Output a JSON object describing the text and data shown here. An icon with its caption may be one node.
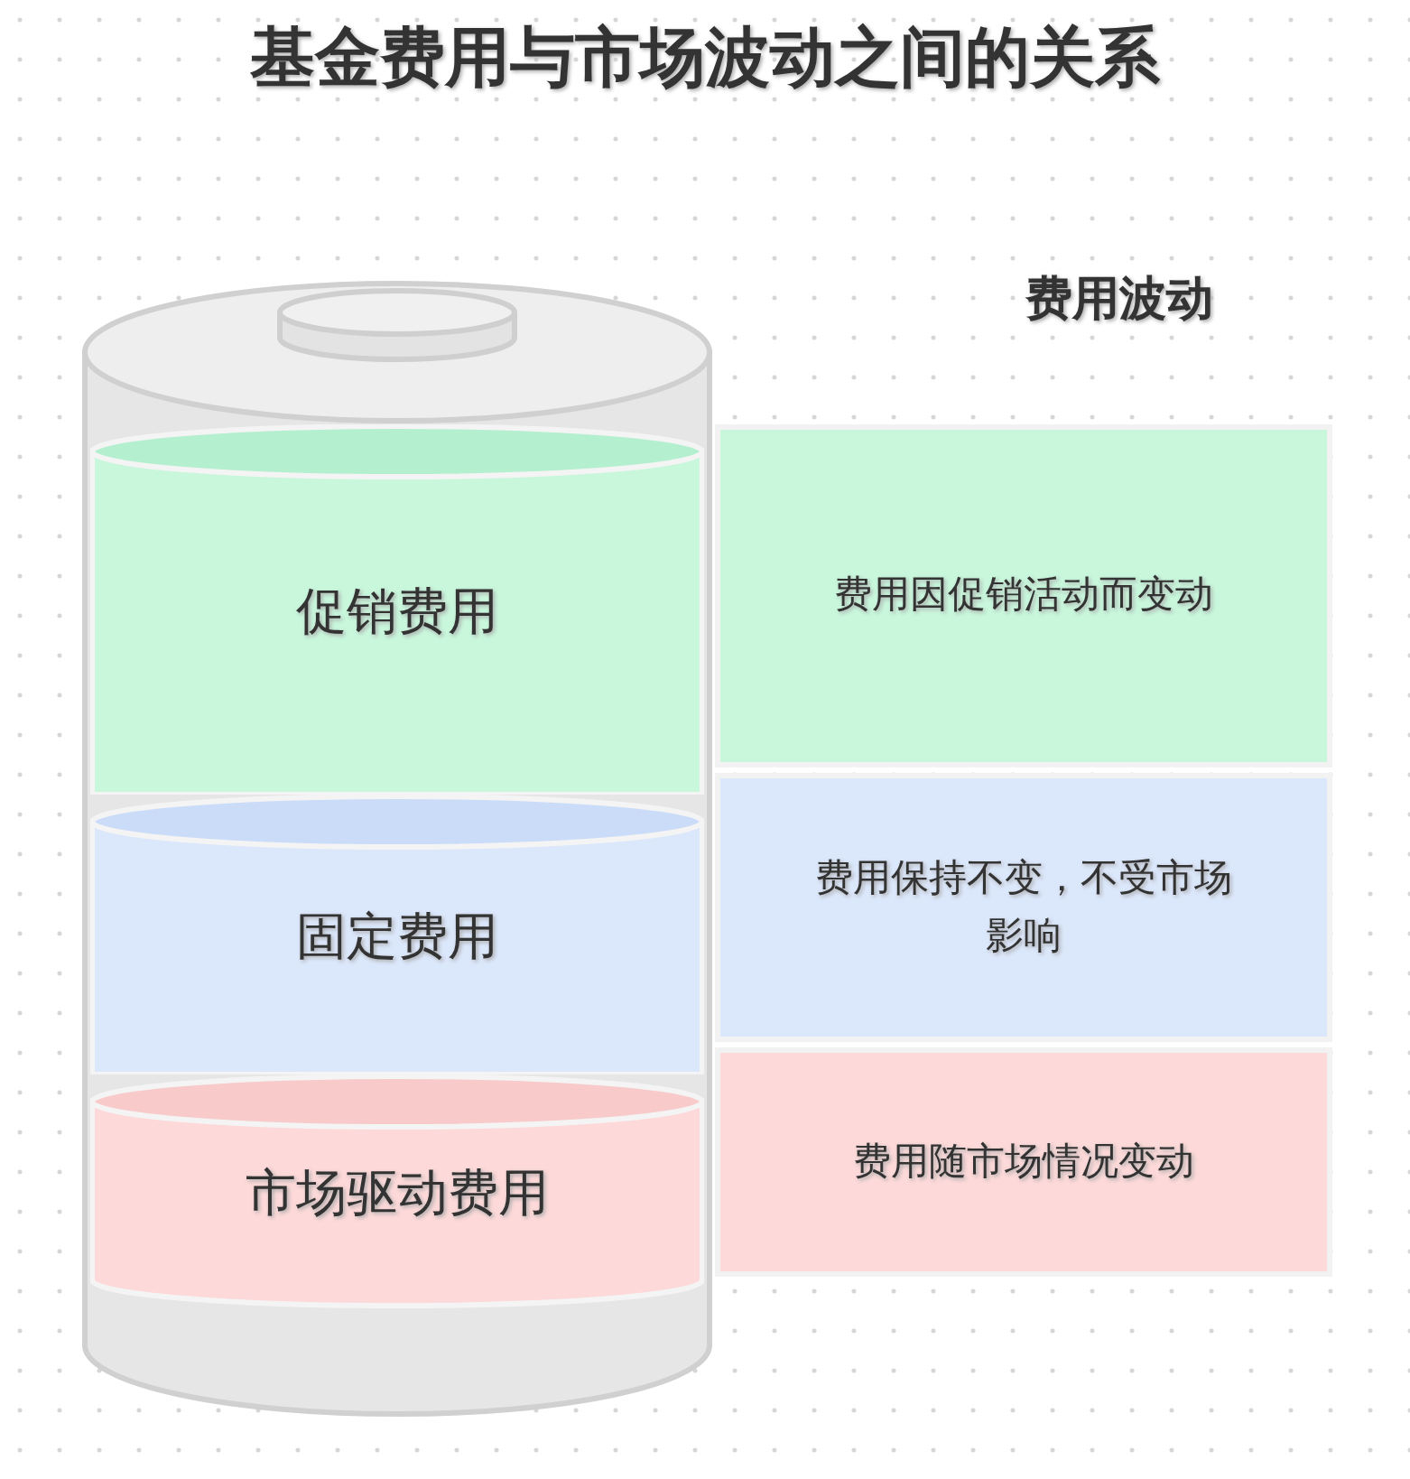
{
  "diagram": {
    "title": "基金费用与市场波动之间的关系",
    "nodes": [
      {
        "text": [],
        "shape": "cylinder"
      },
      {
        "text": [
          "促销费用"
        ],
        "in": 0
      },
      {
        "text": [
          "固定费用"
        ],
        "in": 0
      },
      {
        "text": [
          "市场驱动费用"
        ],
        "in": 0
      },
      {
        "text": [
          "费用因促销活动而变动"
        ]
      },
      {
        "text": [
          "费用保持不变，不受市场影响"
        ]
      },
      {
        "text": [
          "费用随市场情况变动"
        ]
      }
    ],
    "labels": [
      "费用波动"
    ]
  }
}
